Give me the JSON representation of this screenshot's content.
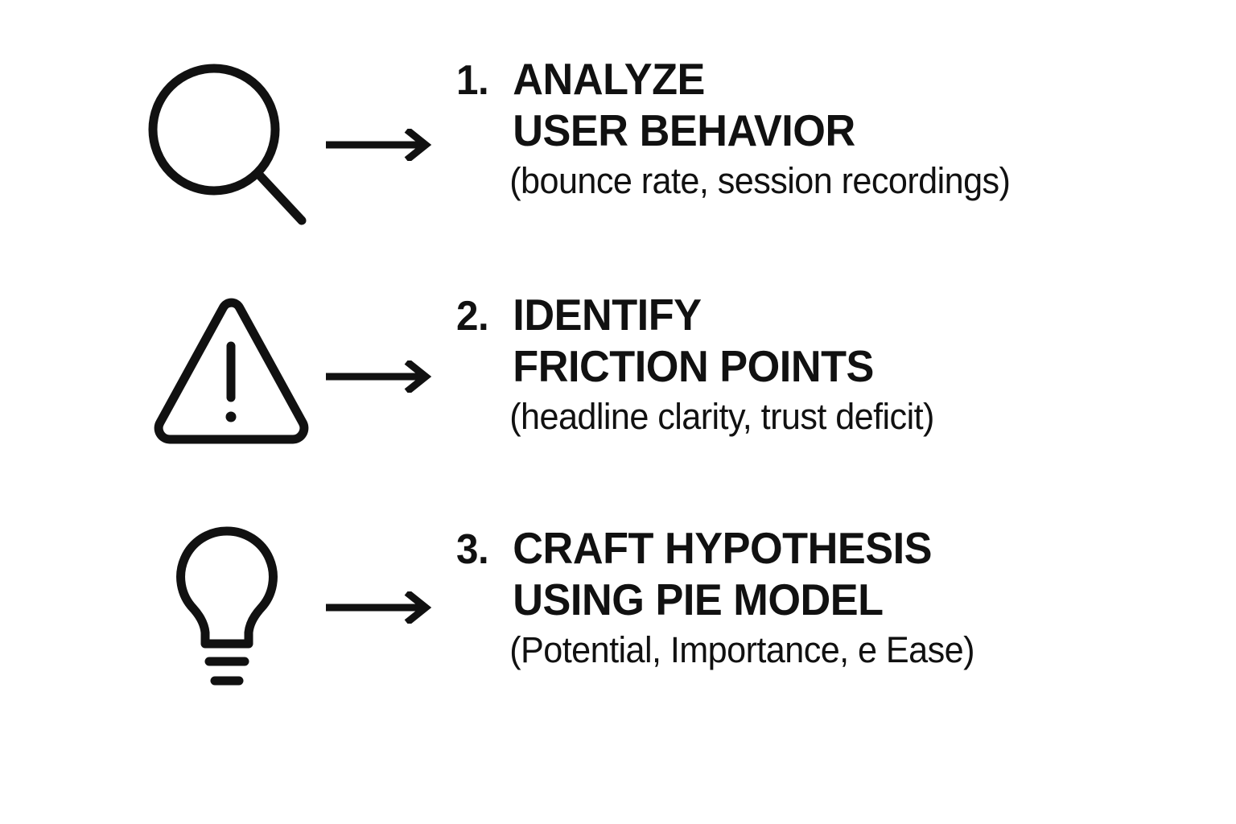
{
  "page": {
    "background_color": "#ffffff",
    "ink_color": "#111111",
    "title": "Conversion optimization process steps"
  },
  "steps": [
    {
      "number": "1.",
      "icon": "magnifier-icon",
      "connector": "arrow-right-icon",
      "heading_line_1": "ANALYZE",
      "heading_line_2": "USER BEHAVIOR",
      "subtitle": "(bounce rate, session recordings)"
    },
    {
      "number": "2.",
      "icon": "warning-triangle-icon",
      "connector": "arrow-right-icon",
      "heading_line_1": "IDENTIFY",
      "heading_line_2": "FRICTION POINTS",
      "subtitle": "(headline clarity, trust deficit)"
    },
    {
      "number": "3.",
      "icon": "lightbulb-icon",
      "connector": "arrow-right-icon",
      "heading_line_1": "CRAFT HYPOTHESIS",
      "heading_line_2": "USING PIE MODEL",
      "subtitle": "(Potential, Importance, e Ease)"
    }
  ]
}
